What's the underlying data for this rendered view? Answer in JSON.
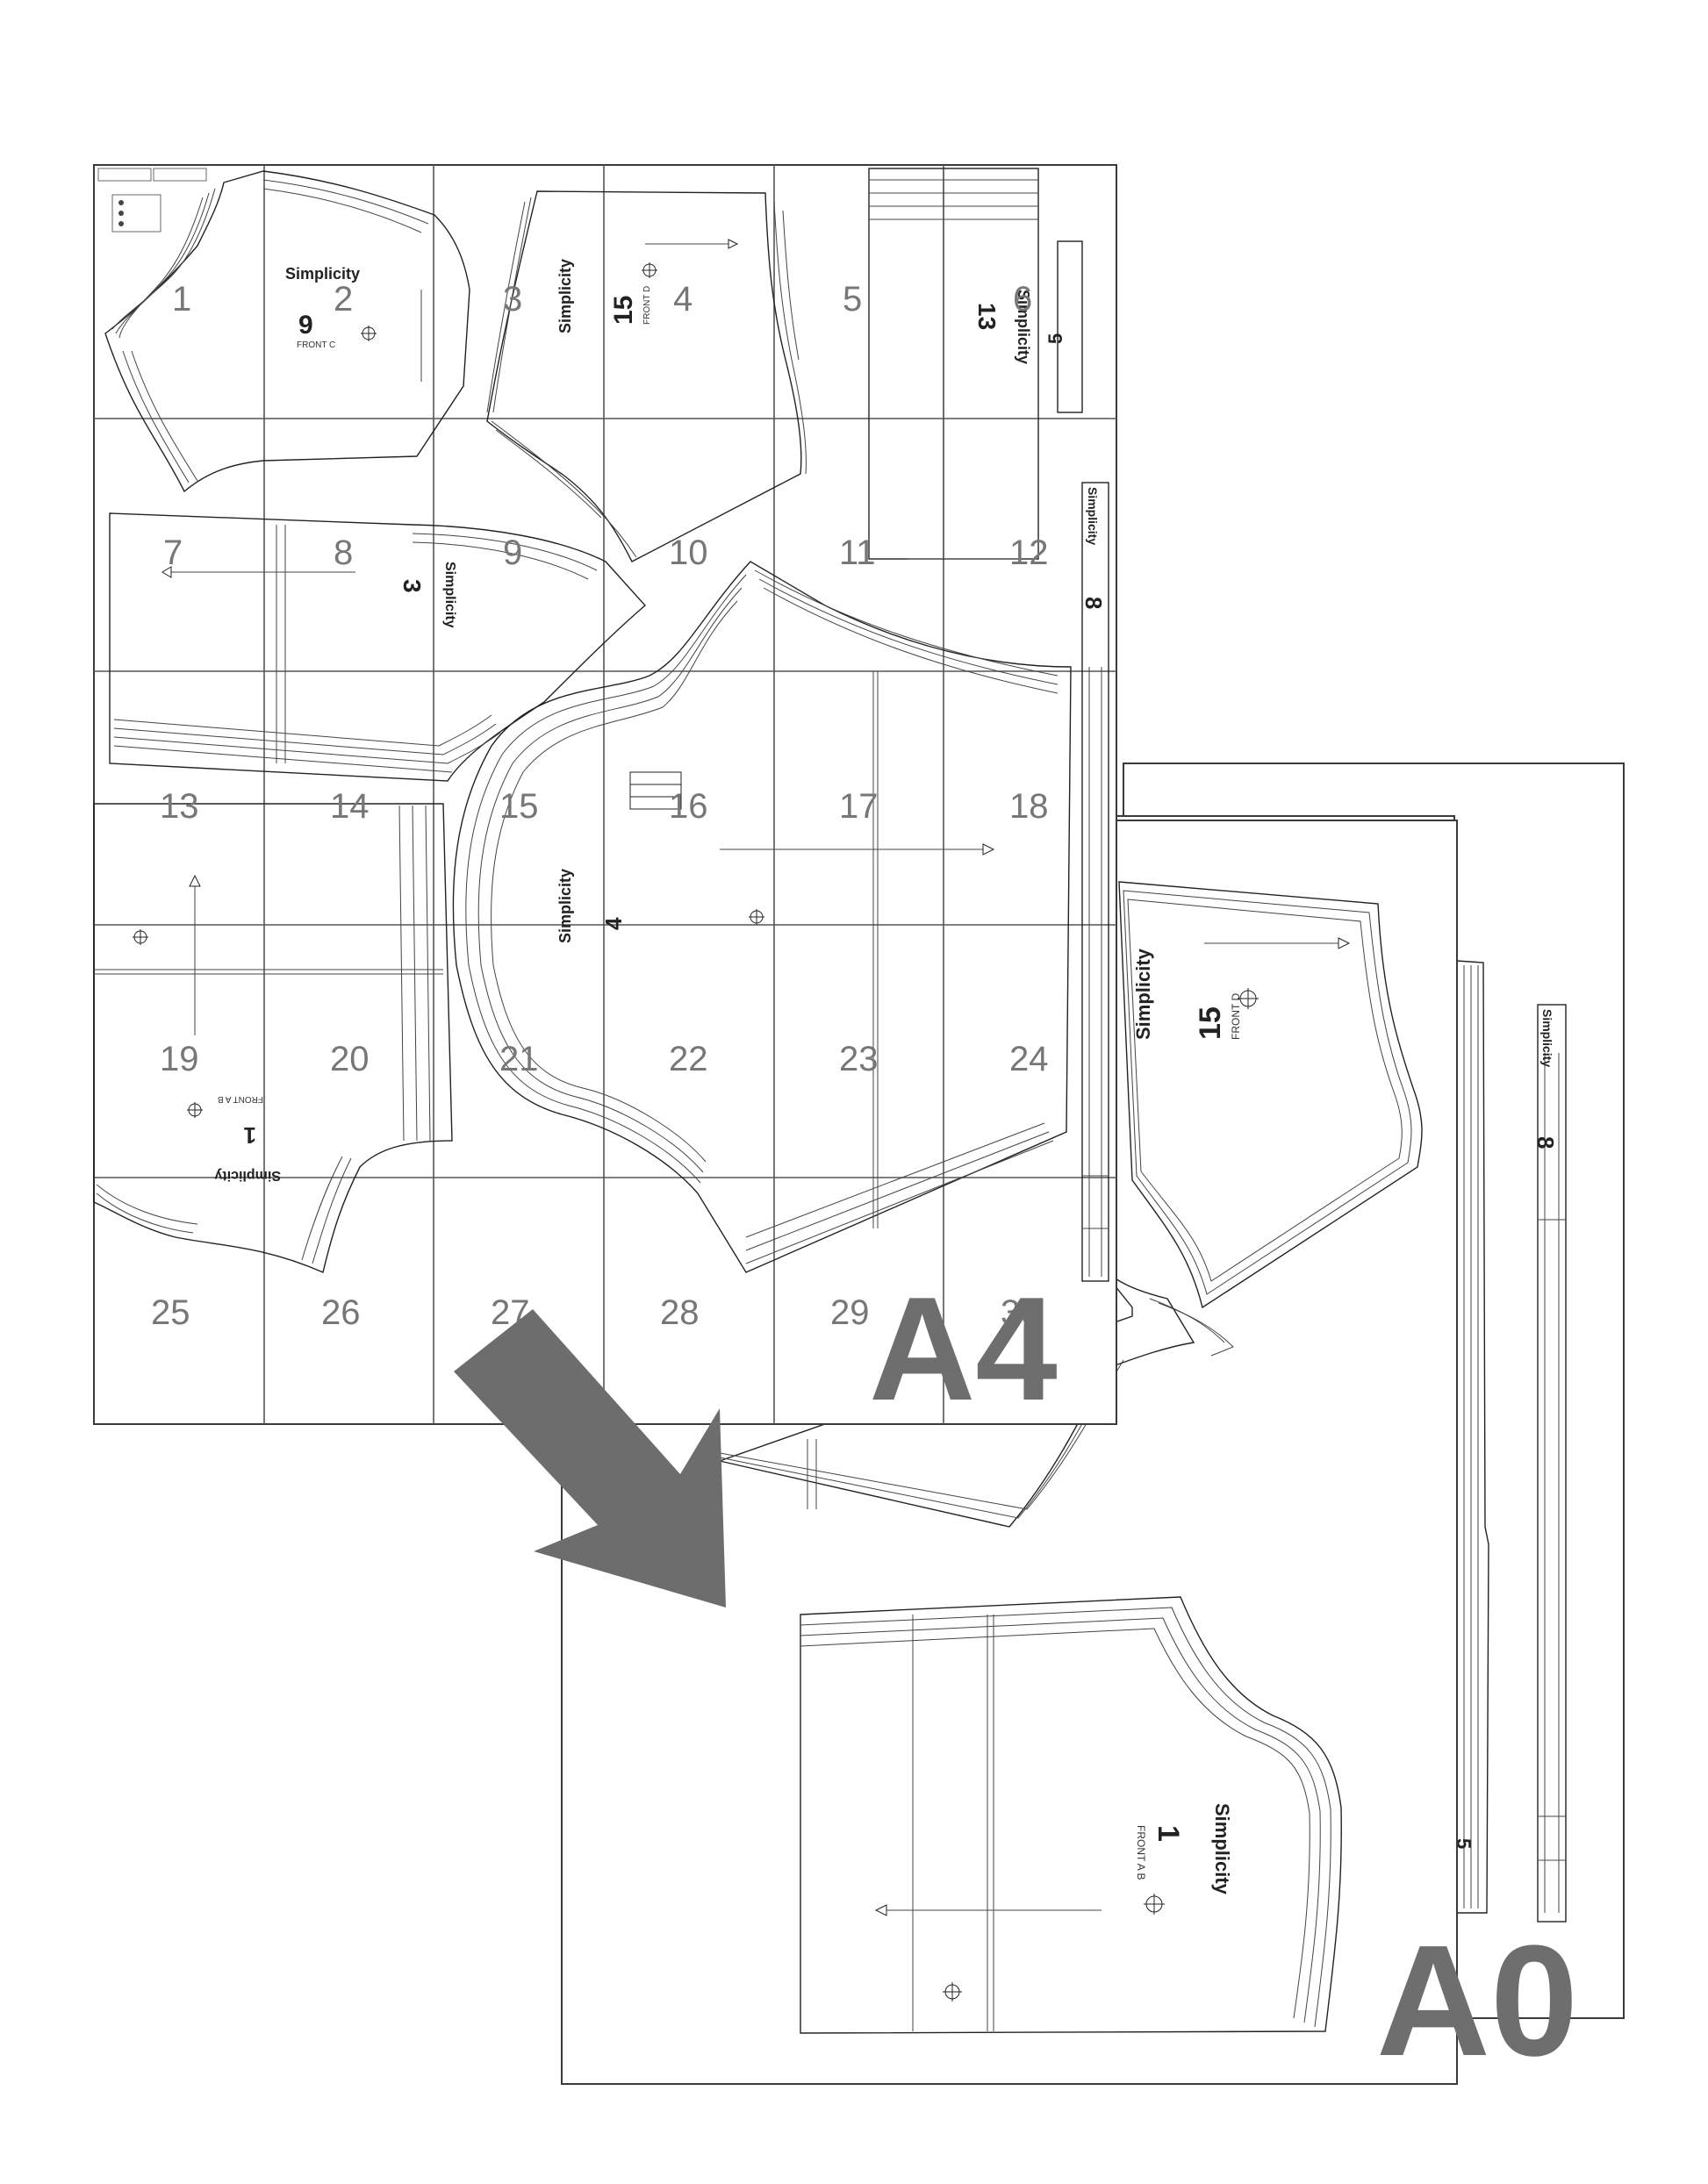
{
  "a4_label": "A4",
  "a0_label": "A0",
  "brand": "Simplicity",
  "tiles": [
    "1",
    "2",
    "3",
    "4",
    "5",
    "6",
    "7",
    "8",
    "9",
    "10",
    "11",
    "12",
    "13",
    "14",
    "15",
    "16",
    "17",
    "18",
    "19",
    "20",
    "21",
    "22",
    "23",
    "24",
    "25",
    "26",
    "27",
    "28",
    "29",
    "30"
  ],
  "pieces": {
    "p9": {
      "num": "9",
      "name": "FRONT C"
    },
    "p15": {
      "num": "15",
      "name": "FRONT D"
    },
    "p13": {
      "num": "13"
    },
    "p5": {
      "num": "5"
    },
    "p8": {
      "num": "8"
    },
    "p3": {
      "num": "3"
    },
    "p4": {
      "num": "4"
    },
    "p1": {
      "num": "1",
      "name": "FRONT A B"
    },
    "p15b": {
      "num": "15",
      "name": "FRONT D"
    },
    "p8b": {
      "num": "8"
    },
    "p1b": {
      "num": "1",
      "name": "FRONT A B"
    },
    "p5b": {
      "num": "5"
    }
  },
  "colors": {
    "label_gray": "#6e6e6e",
    "arrow_gray": "#6d6d6d",
    "line": "#222222"
  }
}
